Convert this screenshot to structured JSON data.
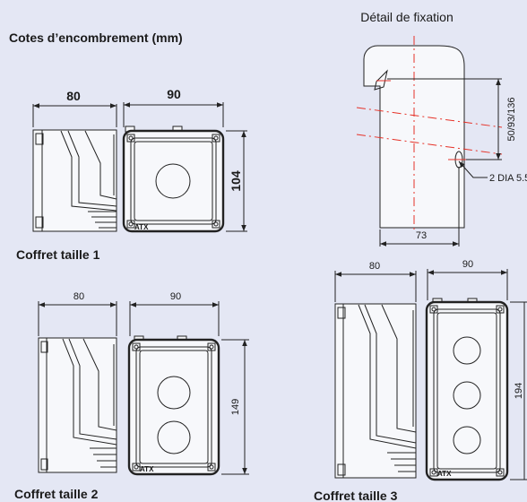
{
  "heading": "Cotes d’encombrement (mm)",
  "detail": {
    "title": "Détail de fixation",
    "dim_width": "73",
    "dim_height": "50/93/136",
    "hole_label": "2 DIA 5.5"
  },
  "boxes": [
    {
      "caption": "Coffret taille 1",
      "depth": "80",
      "width": "90",
      "height": "104",
      "brand": "ATX"
    },
    {
      "caption": "Coffret taille 2",
      "depth": "80",
      "width": "90",
      "height": "149",
      "brand": "ATX"
    },
    {
      "caption": "Coffret taille 3",
      "depth": "80",
      "width": "90",
      "height": "194",
      "brand": "ATX"
    }
  ]
}
